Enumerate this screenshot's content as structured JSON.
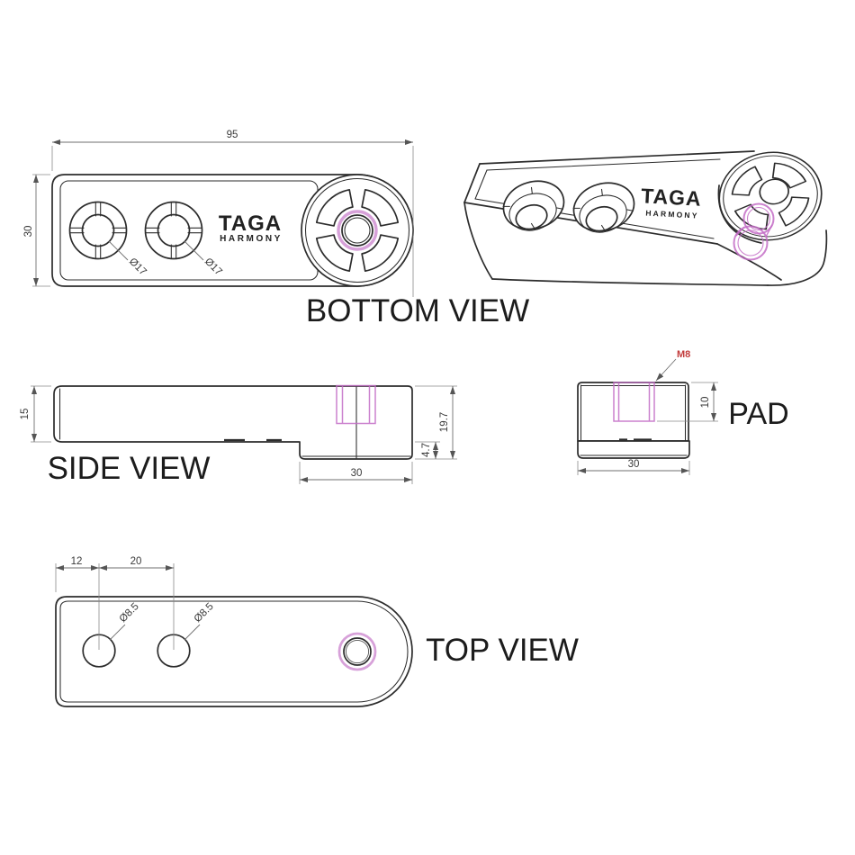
{
  "drawing": {
    "brand": {
      "line1": "TAGA",
      "line2": "HARMONY"
    },
    "colors": {
      "line": "#2c2c2c",
      "dimension": "#6f6f6f",
      "magenta": "#c36cc6",
      "red": "#c23a3a",
      "background": "#ffffff"
    },
    "views": {
      "bottom": {
        "label": "BOTTOM VIEW",
        "width": "95",
        "height": "30",
        "hole_dia": "Ø17"
      },
      "side": {
        "label": "SIDE VIEW",
        "thickness": "15",
        "overall_height": "19.7",
        "pad_height": "4.7",
        "pad_width": "30"
      },
      "pad": {
        "label": "PAD",
        "thread": "M8",
        "thread_depth": "10",
        "width": "30"
      },
      "top": {
        "label": "TOP VIEW",
        "edge_offset": "12",
        "hole_pitch": "20",
        "hole_dia": "Ø8.5"
      }
    }
  }
}
